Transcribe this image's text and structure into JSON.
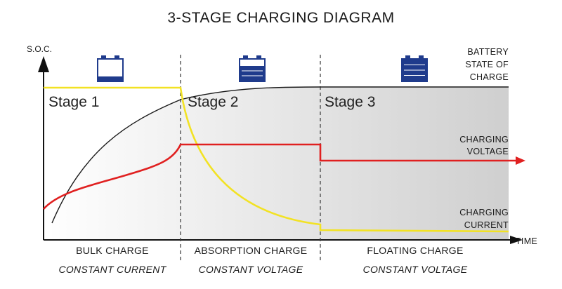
{
  "title": "3-STAGE CHARGING DIAGRAM",
  "axes": {
    "y_label": "S.O.C.",
    "x_label": "TIME"
  },
  "stages": [
    {
      "label": "Stage 1",
      "bottom_caption": "BULK CHARGE",
      "bottom_subcaption": "CONSTANT CURRENT",
      "battery_fill": 0.2
    },
    {
      "label": "Stage 2",
      "bottom_caption": "ABSORPTION CHARGE",
      "bottom_subcaption": "CONSTANT VOLTAGE",
      "battery_fill": 0.7
    },
    {
      "label": "Stage 3",
      "bottom_caption": "FLOATING CHARGE",
      "bottom_subcaption": "CONSTANT VOLTAGE",
      "battery_fill": 1.0
    }
  ],
  "series": [
    {
      "key": "state_of_charge",
      "label_lines": [
        "BATTERY",
        "STATE OF",
        "CHARGE"
      ],
      "color": "#1a1a1a"
    },
    {
      "key": "charging_voltage",
      "label_lines": [
        "CHARGING",
        "VOLTAGE"
      ],
      "color": "#e02020"
    },
    {
      "key": "charging_current",
      "label_lines": [
        "CHARGING",
        "CURRENT"
      ],
      "color": "#f2e224"
    }
  ],
  "colors": {
    "battery": "#1f3b8c",
    "shade_light": "#ffffff",
    "shade_dark": "#cfcfcf"
  }
}
